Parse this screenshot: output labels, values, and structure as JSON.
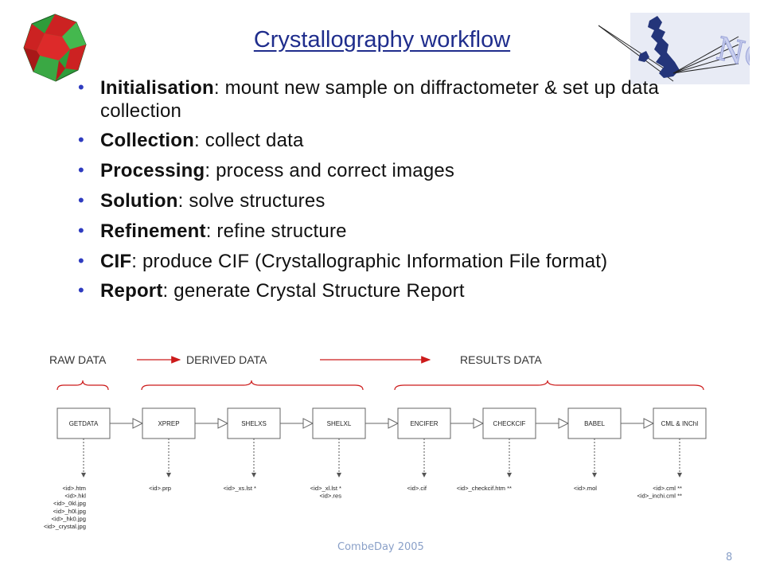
{
  "slide": {
    "title": "Crystallography workflow",
    "bullets": [
      {
        "head": "Initialisation",
        "text": ": mount new sample on diffractometer & set up data collection"
      },
      {
        "head": "Collection",
        "text": ": collect data"
      },
      {
        "head": "Processing",
        "text": ": process and correct images"
      },
      {
        "head": "Solution",
        "text": ": solve structures"
      },
      {
        "head": "Refinement",
        "text": ": refine structure"
      },
      {
        "head": "CIF",
        "text": ": produce CIF (Crystallographic Information File format)"
      },
      {
        "head": "Report",
        "text": ": generate Crystal Structure Report"
      }
    ],
    "logo_text": "NCS",
    "footer": "CombeDay 2005",
    "page_number": "8"
  },
  "flow": {
    "stage_labels": [
      "RAW DATA",
      "DERIVED DATA",
      "RESULTS DATA"
    ],
    "boxes": [
      "GETDATA",
      "XPREP",
      "SHELXS",
      "SHELXL",
      "ENCIFER",
      "CHECKCIF",
      "BABEL",
      "CML & INChI"
    ],
    "outputs": [
      [
        "<id>.htm",
        "<id>.hkl",
        "<id>_0kl.jpg",
        "<id>_h0l.jpg",
        "<id>_hk0.jpg",
        "<id>_crystal.jpg"
      ],
      [
        "<id>.prp"
      ],
      [
        "<id>_xs.lst *"
      ],
      [
        "<id>_xl.lst *",
        "<id>.res"
      ],
      [
        "<id>.cif"
      ],
      [
        "<id>_checkcif.htm **"
      ],
      [
        "<id>.mol"
      ],
      [
        "<id>.cml **",
        "<id>_inchi.cml **"
      ]
    ]
  },
  "colors": {
    "title": "#1f2d8c",
    "bullet": "#2f3cc0",
    "bracket": "#cc1a1a",
    "box_border": "#666666"
  }
}
